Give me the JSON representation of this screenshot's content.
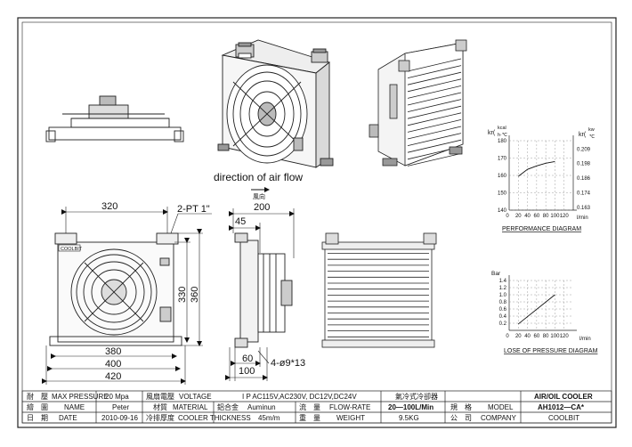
{
  "annotations": {
    "airflow_label": "direction of air flow",
    "airflow_cn": "風向"
  },
  "front_view": {
    "dims": {
      "d320": "320",
      "pt": "2-PT 1\"",
      "d330": "330",
      "d360": "360",
      "d380": "380",
      "d400": "400",
      "d420": "420"
    },
    "brand": "COOLBIT"
  },
  "side_view": {
    "dims": {
      "d200": "200",
      "d45": "45",
      "d60": "60",
      "d100": "100",
      "holes": "4-ø9*13"
    }
  },
  "performance_chart": {
    "kr_left_label": "kr(",
    "kr_left_unit_top": "kcal",
    "kr_left_unit_bottom": "h·℃",
    "kr_right_label": "kr(",
    "kr_right_unit_top": "kw",
    "kr_right_unit_bottom": "℃",
    "x_unit": "l/min",
    "title": "PERFORMANCE DIAGRAM"
  },
  "pressure_chart": {
    "y_title": "Bar",
    "x_unit": "l/min",
    "title": "LOSE OF PRESSURE DIAGRAM"
  },
  "chart_data": [
    {
      "type": "line",
      "title": "PERFORMANCE DIAGRAM",
      "xlabel": "l/min",
      "ylabel": "kr(kcal/h·℃)",
      "y2label": "kr(kw/℃)",
      "xlim": [
        0,
        140
      ],
      "ylim": [
        140,
        180
      ],
      "x_ticks": [
        "20",
        "40",
        "60",
        "80",
        "100",
        "120"
      ],
      "y_ticks": [
        "140",
        "150",
        "160",
        "170",
        "180"
      ],
      "y2_ticks": [
        "0.209",
        "0.198",
        "0.186",
        "0.174",
        "0.163"
      ],
      "series": [
        {
          "x": [
            20,
            40,
            60,
            80,
            100
          ],
          "values": [
            159.5,
            163.5,
            165.5,
            167,
            168
          ]
        }
      ]
    },
    {
      "type": "line",
      "title": "LOSE OF PRESSURE DIAGRAM",
      "xlabel": "l/min",
      "ylabel": "Bar",
      "xlim": [
        0,
        140
      ],
      "ylim": [
        0,
        1.4
      ],
      "x_ticks": [
        "20",
        "40",
        "60",
        "80",
        "100",
        "120"
      ],
      "y_ticks": [
        "0.2",
        "0.4",
        "0.6",
        "0.8",
        "1.0",
        "1.2",
        "1.4"
      ],
      "series": [
        {
          "x": [
            20,
            100
          ],
          "values": [
            0.18,
            1.0
          ]
        }
      ]
    }
  ],
  "title_block": {
    "r1_label_cn": "耐　壓",
    "r1_label_en": "MAX PRESSURE",
    "r1_value": "20 Mpa",
    "r1_fan_cn": "風扇電壓",
    "r1_fan_en": "VOLTAGE",
    "r1_voltage": "I P AC115V,AC230V,  DC12V,DC24V",
    "r1_product_cn": "氣冷式冷卻器",
    "r1_product_en": "AIR/OIL COOLER",
    "r2_label_cn": "繪　圖",
    "r2_label_en": "NAME",
    "r2_value": "Peter",
    "r2_material_cn": "材質",
    "r2_material_en": "MATERIAL",
    "r2_material_value_cn": "鋁合金",
    "r2_material_value": "Auminun",
    "r2_flow_cn": "流　量",
    "r2_flow_en": "FLOW-RATE",
    "r2_flow_value": "20—100L/Min",
    "r2_model_cn": "規　格",
    "r2_model_en": "MODEL",
    "r2_model_value": "AH1012—CA*",
    "r3_label_cn": "日　期",
    "r3_label_en": "DATE",
    "r3_value": "2010-09-16",
    "r3_thick_cn": "冷排厚度",
    "r3_thick_en": "COOLER THICKNESS",
    "r3_thick_value": "45m/m",
    "r3_weight_cn": "重　量",
    "r3_weight_en": "WEIGHT",
    "r3_weight_value": "9.5KG",
    "r3_company_cn": "公　司",
    "r3_company_en": "COMPANY",
    "r3_company_value": "COOLBIT"
  }
}
